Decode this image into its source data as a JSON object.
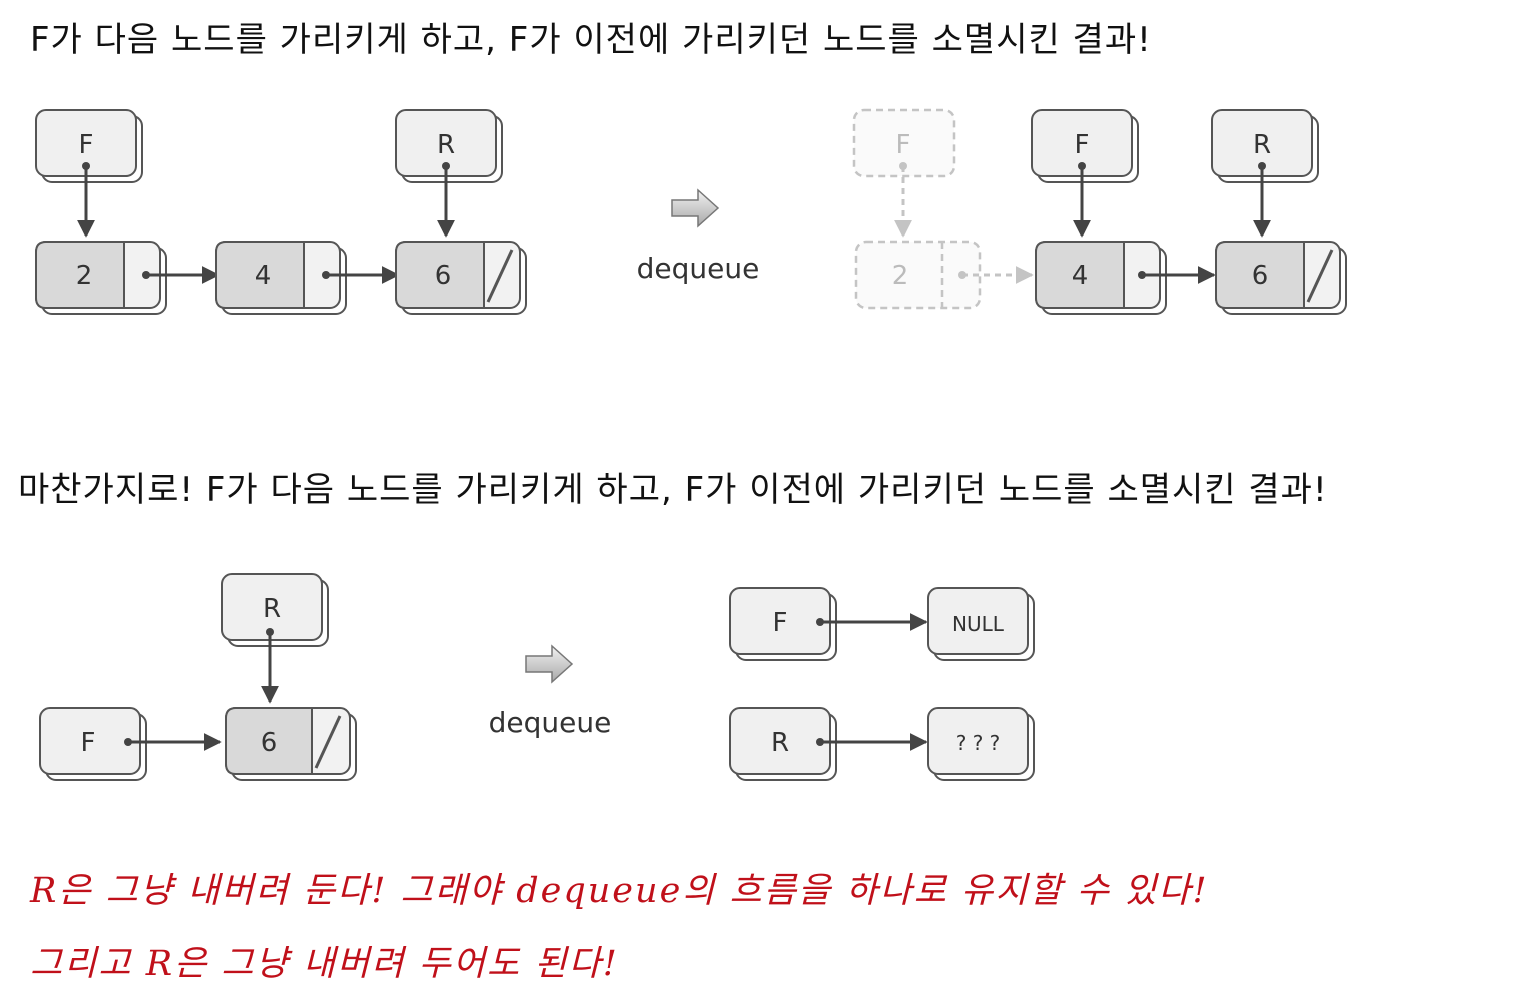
{
  "headings": {
    "first": "F가 다음 노드를 가리키게 하고, F가 이전에 가리키던 노드를 소멸시킨 결과!",
    "second": "마찬가지로! F가 다음 노드를 가리키게 하고, F가 이전에 가리키던 노드를 소멸시킨 결과!"
  },
  "notes": {
    "line1": "R은 그냥 내버려 둔다! 그래야 dequeue의 흐름을 하나로 유지할 수 있다!",
    "line2": "그리고 R은 그냥 내버려 두어도 된다!"
  },
  "operation_label": "dequeue",
  "pointers": {
    "front": "F",
    "rear": "R"
  },
  "diagram1": {
    "before_nodes": [
      "2",
      "4",
      "6"
    ],
    "after_removed_node": "2",
    "after_nodes": [
      "4",
      "6"
    ]
  },
  "diagram2": {
    "before_nodes": [
      "6"
    ],
    "after_front_target": "NULL",
    "after_rear_target": "? ? ?"
  },
  "colors": {
    "node_fill": "#d9d9d9",
    "pointer_fill": "#f0f0f0",
    "arrow": "#444444",
    "faded": "#bbbbbb",
    "note_text": "#c0101a"
  }
}
